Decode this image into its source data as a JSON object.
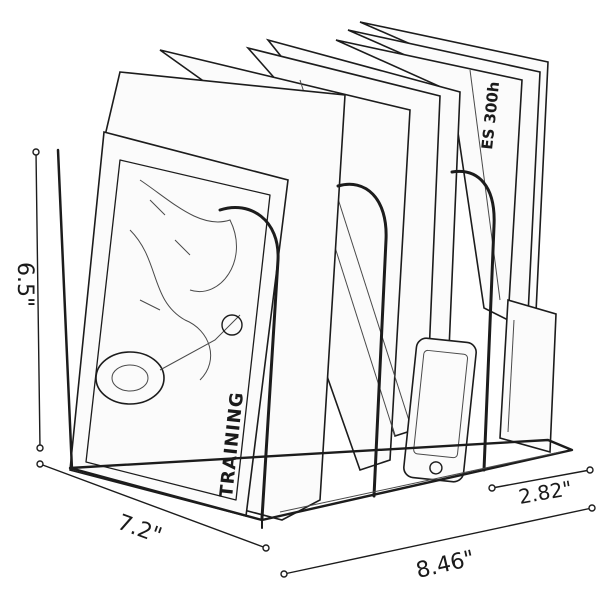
{
  "dimensions": {
    "height": "6.5\"",
    "front_width": "7.2\"",
    "depth": "8.46\"",
    "slot_depth": "2.82\""
  },
  "spine_text": "ES 300h",
  "book_cover_text": "TRAINING",
  "colors": {
    "ink": "#1c1c1c",
    "background": "#ffffff"
  }
}
